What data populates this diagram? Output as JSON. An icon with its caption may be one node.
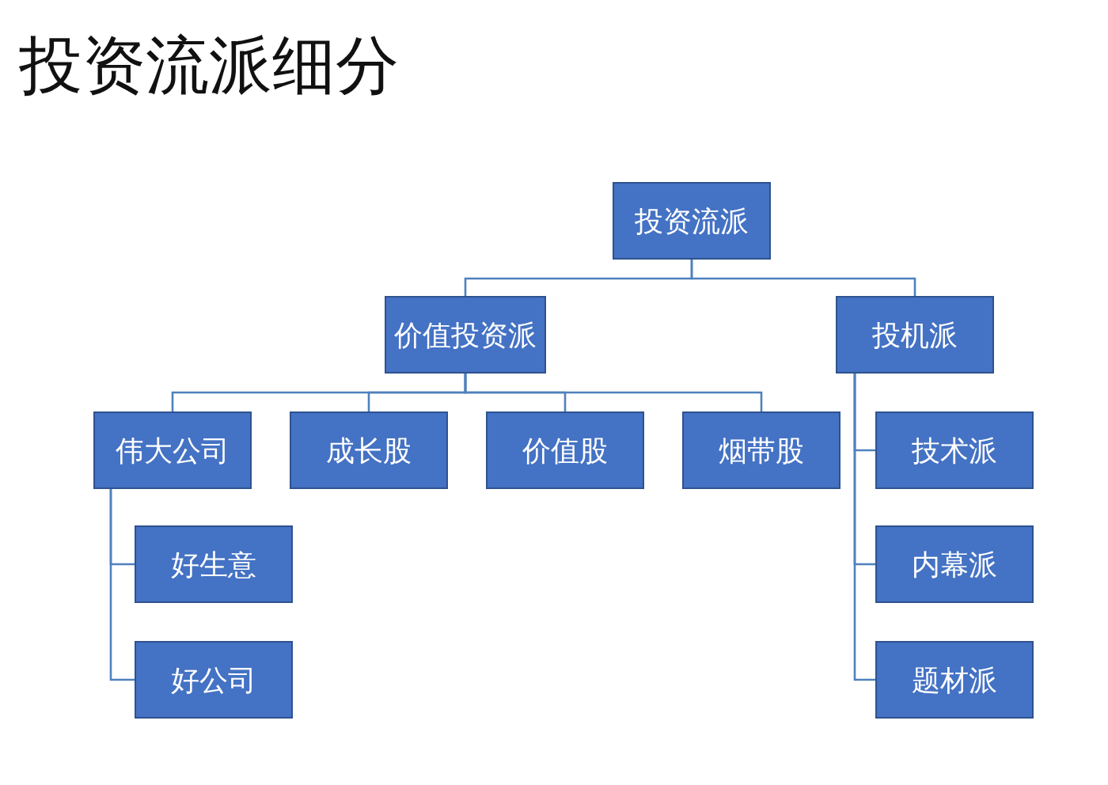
{
  "diagram": {
    "title": "投资流派细分",
    "nodes": [
      {
        "text": [
          "投资流派"
        ]
      },
      {
        "text": [
          "价值投资派"
        ]
      },
      {
        "text": [
          "投机派"
        ]
      },
      {
        "text": [
          "伟大公司"
        ]
      },
      {
        "text": [
          "成长股"
        ]
      },
      {
        "text": [
          "价值股"
        ]
      },
      {
        "text": [
          "烟带股"
        ]
      },
      {
        "text": [
          "好生意"
        ]
      },
      {
        "text": [
          "好公司"
        ]
      },
      {
        "text": [
          "技术派"
        ]
      },
      {
        "text": [
          "内幕派"
        ]
      },
      {
        "text": [
          "题材派"
        ]
      }
    ],
    "edges": [
      {
        "from": 0,
        "to": 1,
        "arrow": "none"
      },
      {
        "from": 0,
        "to": 2,
        "arrow": "none"
      },
      {
        "from": 1,
        "to": 3,
        "arrow": "none"
      },
      {
        "from": 1,
        "to": 4,
        "arrow": "none"
      },
      {
        "from": 1,
        "to": 5,
        "arrow": "none"
      },
      {
        "from": 1,
        "to": 6,
        "arrow": "none"
      },
      {
        "from": 3,
        "to": 7,
        "arrow": "none"
      },
      {
        "from": 3,
        "to": 8,
        "arrow": "none"
      },
      {
        "from": 2,
        "to": 9,
        "arrow": "none"
      },
      {
        "from": 2,
        "to": 10,
        "arrow": "none"
      },
      {
        "from": 2,
        "to": 11,
        "arrow": "none"
      }
    ]
  }
}
